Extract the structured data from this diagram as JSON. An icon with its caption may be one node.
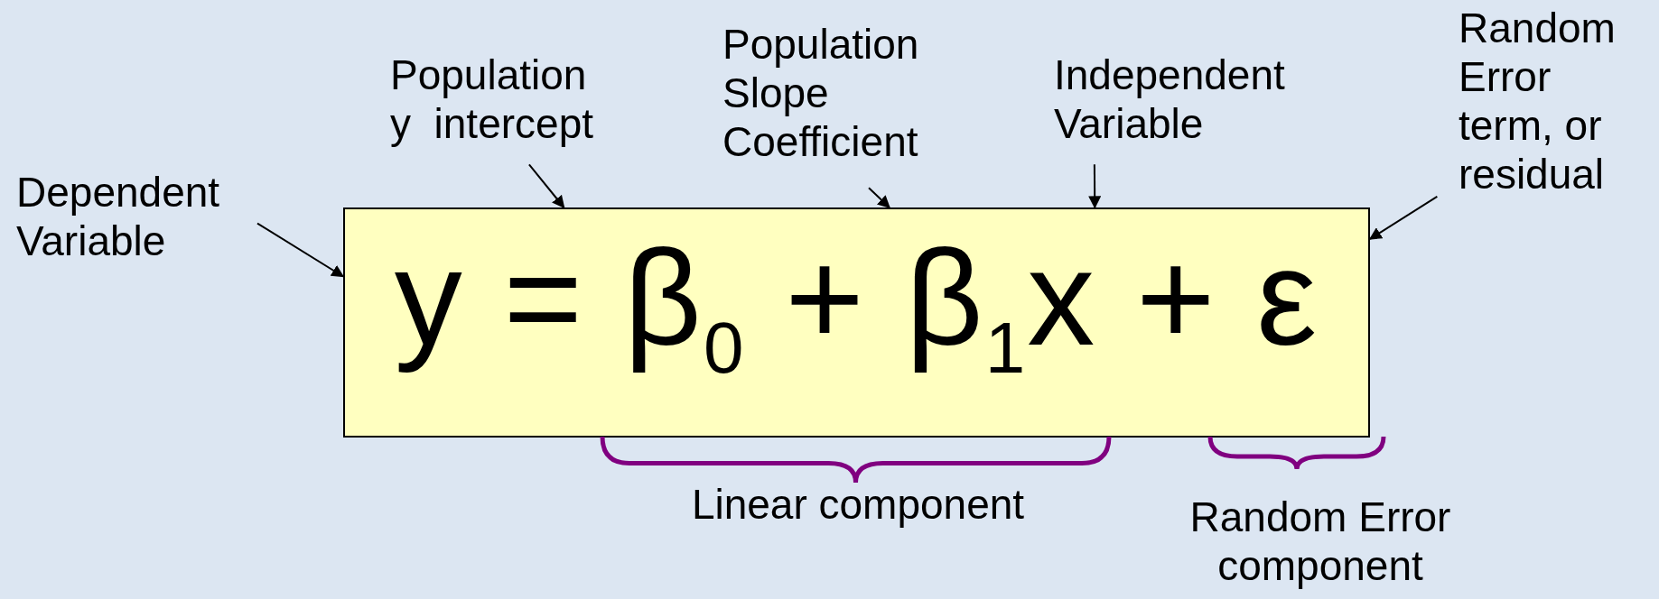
{
  "diagram": {
    "nodes": [
      {
        "text": [
          "Dependent Variable"
        ]
      },
      {
        "text": [
          "Population y  intercept"
        ]
      },
      {
        "text": [
          "Population Slope Coefficient"
        ]
      },
      {
        "text": [
          "Independent Variable"
        ]
      },
      {
        "text": [
          "Random Error term, or residual"
        ]
      },
      {
        "text": [
          "y = β$_{0}$ + β$_{1}$x + ε"
        ]
      }
    ],
    "edges": [
      {
        "from": 0,
        "to": 5,
        "arrow": "to"
      },
      {
        "from": 1,
        "to": 5,
        "arrow": "to"
      },
      {
        "from": 2,
        "to": 5,
        "arrow": "to"
      },
      {
        "from": 3,
        "to": 5,
        "arrow": "to"
      },
      {
        "from": 4,
        "to": 5,
        "arrow": "to"
      }
    ],
    "labels": [
      "Linear component",
      "Random Error component"
    ]
  }
}
